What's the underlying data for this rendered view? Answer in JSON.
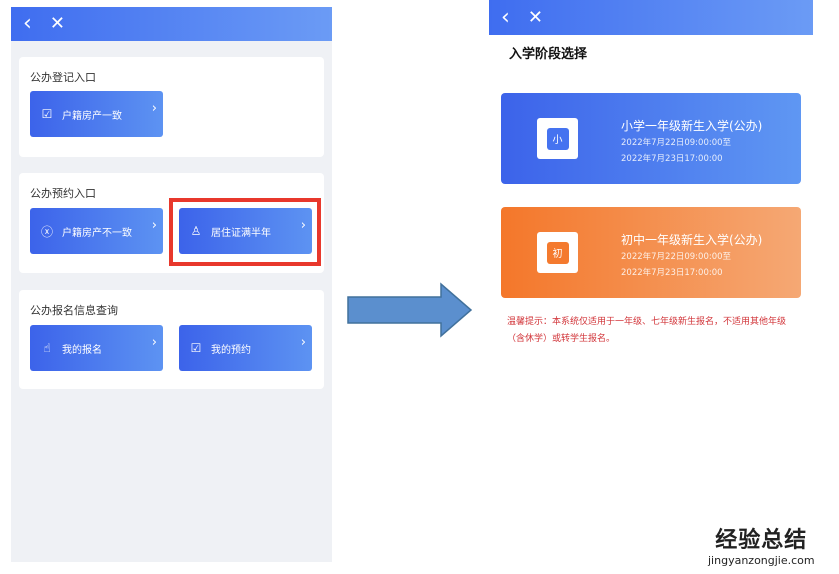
{
  "left": {
    "header": {
      "back_icon": "‹",
      "close_icon": "✕"
    },
    "sections": [
      {
        "title": "公办登记入口",
        "buttons": [
          {
            "label": "户籍房产一致",
            "icon": "checkbox-icon"
          }
        ]
      },
      {
        "title": "公办预约入口",
        "buttons": [
          {
            "label": "户籍房产不一致",
            "icon": "x-circle-icon"
          },
          {
            "label": "居住证满半年",
            "icon": "user-check-icon"
          }
        ]
      },
      {
        "title": "公办报名信息查询",
        "buttons": [
          {
            "label": "我的报名",
            "icon": "hand-tap-icon"
          },
          {
            "label": "我的预约",
            "icon": "checkbox-icon"
          }
        ]
      }
    ],
    "chevron": "›"
  },
  "right": {
    "header": {
      "back_icon": "‹",
      "close_icon": "✕"
    },
    "title": "入学阶段选择",
    "options": [
      {
        "badge": "小",
        "title": "小学一年级新生入学(公办)",
        "start": "2022年7月22日09:00:00至",
        "end": "2022年7月23日17:00:00",
        "color": "#4573f0"
      },
      {
        "badge": "初",
        "title": "初中一年级新生入学(公办)",
        "start": "2022年7月22日09:00:00至",
        "end": "2022年7月23日17:00:00",
        "color": "#f47a2e"
      }
    ],
    "warning": "温馨提示：本系统仅适用于一年级、七年级新生报名，不适用其他年级（含休学）或转学生报名。"
  },
  "watermark": {
    "cn": "经验总结",
    "url": "jingyanzongjie.com"
  }
}
